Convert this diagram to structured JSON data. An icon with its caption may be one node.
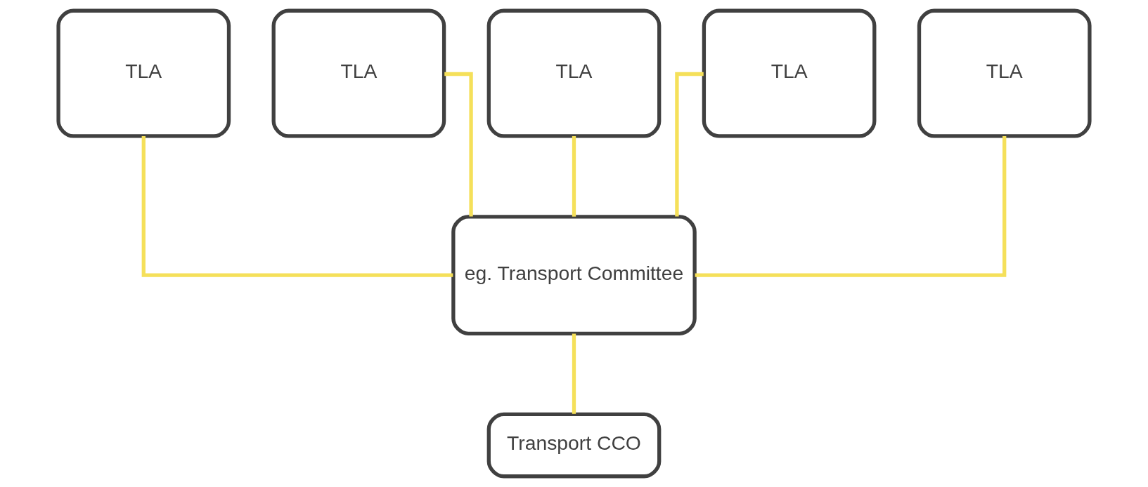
{
  "diagram": {
    "nodes": [
      {
        "text": [
          "TLA"
        ]
      },
      {
        "text": [
          "TLA"
        ]
      },
      {
        "text": [
          "TLA"
        ]
      },
      {
        "text": [
          "TLA"
        ]
      },
      {
        "text": [
          "TLA"
        ]
      },
      {
        "text": [
          "eg. Transport Committee"
        ]
      },
      {
        "text": [
          "Transport CCO"
        ]
      }
    ],
    "edges": [
      {
        "from": 0,
        "to": 5,
        "arrow": "none"
      },
      {
        "from": 1,
        "to": 5,
        "arrow": "none"
      },
      {
        "from": 2,
        "to": 5,
        "arrow": "none"
      },
      {
        "from": 3,
        "to": 5,
        "arrow": "none"
      },
      {
        "from": 4,
        "to": 5,
        "arrow": "none"
      },
      {
        "from": 5,
        "to": 6,
        "arrow": "none"
      }
    ]
  }
}
